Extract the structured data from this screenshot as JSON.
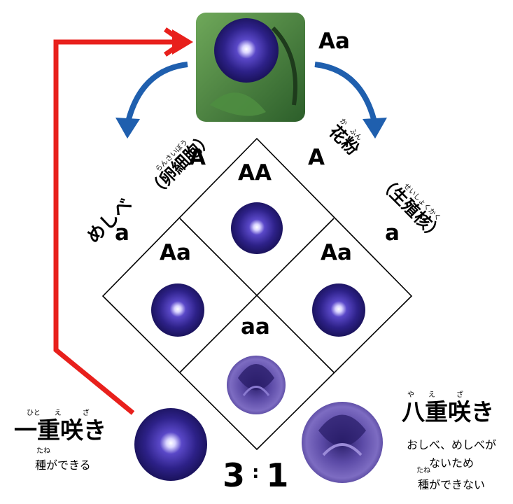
{
  "parent": {
    "genotype": "Aa"
  },
  "female": {
    "label": "めしべ",
    "cell": "（卵細胞）",
    "ruby": "らんさいぼう",
    "allele_top": "A",
    "allele_bottom": "a"
  },
  "male": {
    "label": "花粉",
    "ruby_label": "か　ふん",
    "cell": "（生殖核）",
    "ruby": "せいしょくかく",
    "allele_top": "A",
    "allele_bottom": "a"
  },
  "punnett": {
    "top": "AA",
    "left": "Aa",
    "right": "Aa",
    "bottom": "aa"
  },
  "single": {
    "title": "一重咲き",
    "ruby": "ひと　　え　　　ざ",
    "note_ruby": "たね",
    "note": "種ができる"
  },
  "double": {
    "title": "八重咲き",
    "ruby": "や　　え　　　ざ",
    "note_line1": "おしべ、めしべが",
    "note_line2": "ないため",
    "note_ruby": "たね",
    "note_line3": "種ができない"
  },
  "ratio": {
    "left": "3",
    "sep": ":",
    "right": "1"
  },
  "colors": {
    "arrow_blue": "#1f5fae",
    "arrow_red": "#e8201c",
    "flower_dark": "#241a6e",
    "flower_mid": "#3a2c9a",
    "leaf": "#3f7d3a"
  }
}
